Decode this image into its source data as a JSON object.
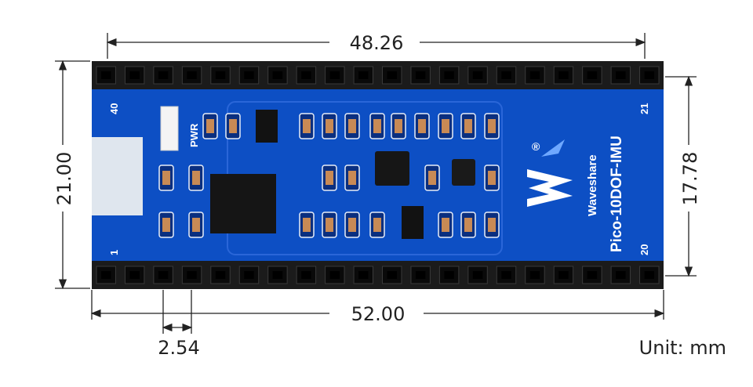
{
  "dimensions": {
    "top_width": "48.26",
    "overall_length": "52.00",
    "board_width": "21.00",
    "pin_row_spacing": "17.78",
    "pin_pitch": "2.54",
    "unit": "Unit: mm"
  },
  "board": {
    "name": "Pico-10DOF-IMU",
    "brand": "Waveshare",
    "registered_mark": "®",
    "pwr_label": "PWR",
    "pin_labels": {
      "top_left": "40",
      "bottom_left": "1",
      "top_right": "21",
      "bottom_right": "20"
    },
    "pins_per_header": 20
  },
  "colors": {
    "pcb": "#0d4fc4",
    "header": "#1b1b1b",
    "dim_line": "#222222"
  }
}
